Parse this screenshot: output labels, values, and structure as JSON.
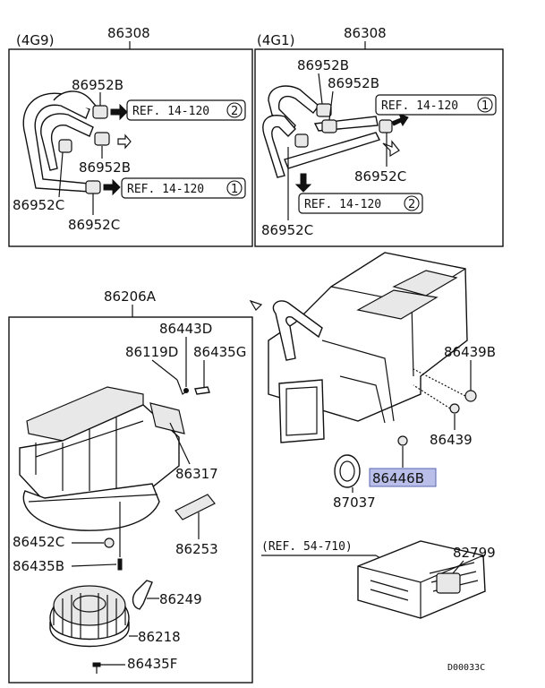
{
  "colors": {
    "line": "#111111",
    "highlight": "#b9bfe8",
    "highlight_border": "#5a64b0",
    "background": "#ffffff"
  },
  "panels": {
    "left_top": {
      "variant": "(4G9)",
      "assembly": "86308",
      "clamps": [
        "86952B",
        "86952B",
        "86952C",
        "86952C"
      ],
      "refs": [
        "REF. 14-120",
        "REF. 14-120"
      ],
      "ref_circles": [
        "2",
        "1"
      ]
    },
    "right_top": {
      "variant": "(4G1)",
      "assembly": "86308",
      "clamps": [
        "86952B",
        "86952B",
        "86952C",
        "86952C"
      ],
      "refs": [
        "REF. 14-120",
        "REF. 14-120"
      ],
      "ref_circles": [
        "1",
        "2"
      ]
    },
    "blower": {
      "assembly": "86206A",
      "parts": [
        "86443D",
        "86119D",
        "86435G",
        "86317",
        "86253",
        "86452C",
        "86435B",
        "86249",
        "86218",
        "86435F"
      ]
    }
  },
  "heater_unit": {
    "parts": [
      "86439B",
      "86439",
      "86446B",
      "87037"
    ],
    "highlighted": "86446B"
  },
  "control": {
    "ref": "(REF. 54-710)",
    "part": "82799"
  },
  "footer": {
    "code": "D00033C"
  }
}
